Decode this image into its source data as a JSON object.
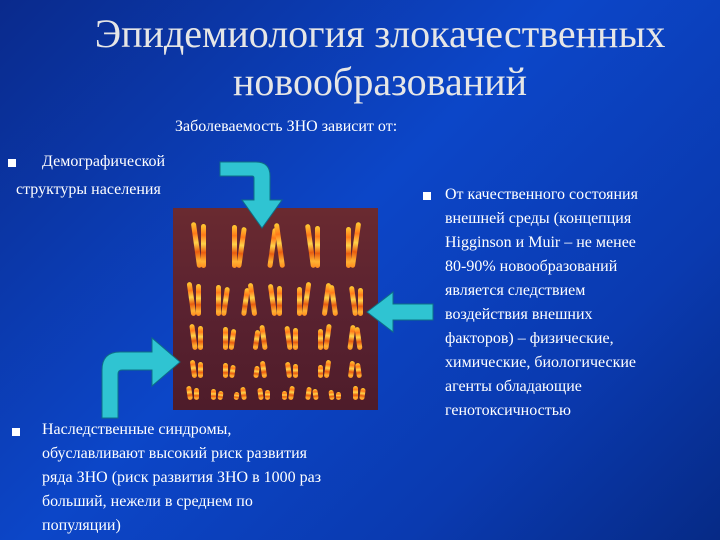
{
  "title_line1": "Эпидемиология злокачественных",
  "title_line2": "новообразований",
  "subtitle": "Заболеваемость ЗНО зависит от:",
  "bullet1": {
    "line1": "Демографической",
    "line2": "структуры населения"
  },
  "bullet2": {
    "lines": [
      "Наследственные синдромы,",
      "обуславливают высокий риск развития",
      "ряда ЗНО (риск развития ЗНО в 1000 раз",
      "больший, нежели в среднем по",
      "популяции)"
    ]
  },
  "bullet3": {
    "lines": [
      "От качественного состояния",
      "внешней среды (концепция",
      "Higginson и Muir – не менее",
      "80-90% новообразований",
      "является следствием",
      "воздействия внешних",
      "факторов) – физические,",
      "химические, биологические",
      "агенты обладающие",
      "генотоксичностью"
    ]
  },
  "colors": {
    "background": "#0c46c8",
    "arrow": "#2fc4d2",
    "title": "#e6e6e6"
  },
  "image": {
    "name": "karyotype-image"
  },
  "icons": [
    "square-bullet-icon",
    "curved-arrow-down-icon",
    "arrow-left-icon",
    "curved-arrow-up-icon"
  ]
}
